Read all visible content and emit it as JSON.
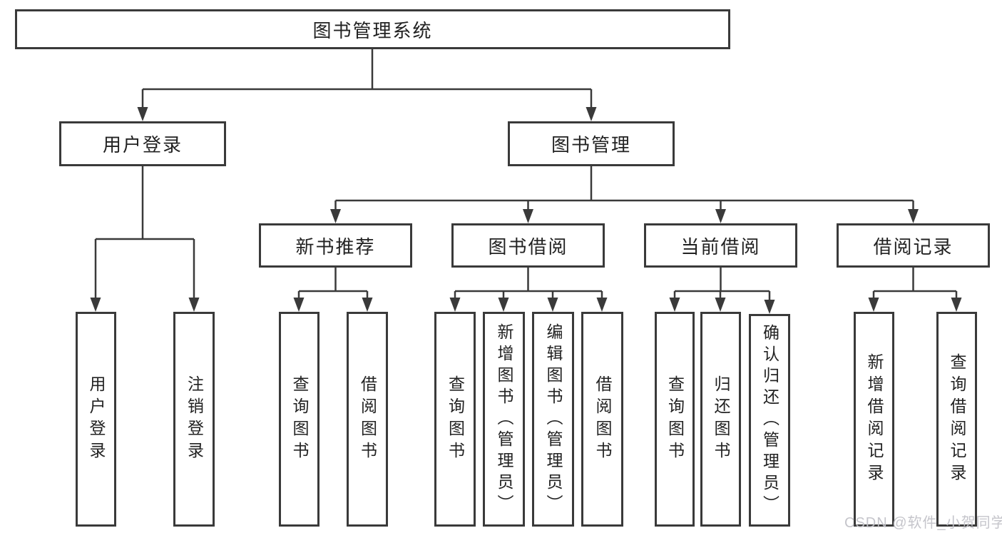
{
  "diagram": {
    "root": {
      "label": "图书管理系统"
    },
    "level2": [
      {
        "label": "用户登录"
      },
      {
        "label": "图书管理"
      }
    ],
    "level3": [
      {
        "label": "新书推荐"
      },
      {
        "label": "图书借阅"
      },
      {
        "label": "当前借阅"
      },
      {
        "label": "借阅记录"
      }
    ],
    "leaves": {
      "user_login": [
        {
          "label": "用户登录"
        },
        {
          "label": "注销登录"
        }
      ],
      "new_book_recommend": [
        {
          "label": "查询图书"
        },
        {
          "label": "借阅图书"
        }
      ],
      "book_borrow": [
        {
          "label": "查询图书"
        },
        {
          "label": "新增图书（管理员）"
        },
        {
          "label": "编辑图书（管理员）"
        },
        {
          "label": "借阅图书"
        }
      ],
      "current_borrow": [
        {
          "label": "查询图书"
        },
        {
          "label": "归还图书"
        },
        {
          "label": "确认归还（管理员）"
        }
      ],
      "borrow_records": [
        {
          "label": "新增借阅记录"
        },
        {
          "label": "查询借阅记录"
        }
      ]
    },
    "colors": {
      "line": "#3a3a3a",
      "box_border": "#3a3a3a",
      "text": "#222222",
      "background": "#ffffff",
      "watermark": "#c2c2c8"
    }
  },
  "watermark": {
    "text": "CSDN @软件_小贺同学"
  }
}
